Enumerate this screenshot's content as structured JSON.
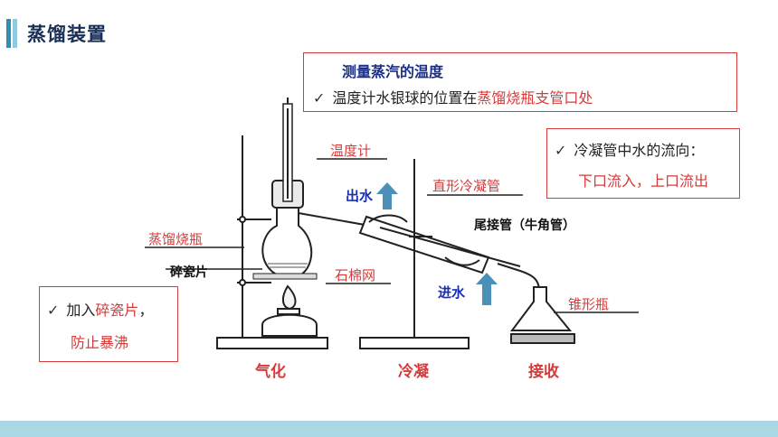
{
  "header": {
    "title": "蒸馏装置"
  },
  "box_temp": {
    "heading": "测量蒸汽的温度",
    "line_prefix": "温度计水银球的位置在",
    "line_highlight": "蒸馏烧瓶支管口处"
  },
  "box_water": {
    "line1": "冷凝管中水的流向：",
    "line2_a": "下口流",
    "line2_b": "入",
    "line2_c": "，上口流",
    "line2_d": "出"
  },
  "box_chips": {
    "line1_a": "加入",
    "line1_b": "碎瓷片",
    "line1_c": "，",
    "line2": "防止暴沸"
  },
  "labels": {
    "thermometer": "温度计",
    "condenser": "直形冷凝管",
    "adapter": "尾接管（牛角管）",
    "flask": "蒸馏烧瓶",
    "chips": "碎瓷片",
    "gauze": "石棉网",
    "water_out": "出水",
    "water_in": "进水",
    "erlenmeyer": "锥形瓶"
  },
  "stages": [
    "气化",
    "冷凝",
    "接收"
  ],
  "colors": {
    "accent": "#2f8fb0",
    "red": "#d63a3a",
    "blue": "#1a2fb8",
    "arrow": "#4a90b8"
  }
}
